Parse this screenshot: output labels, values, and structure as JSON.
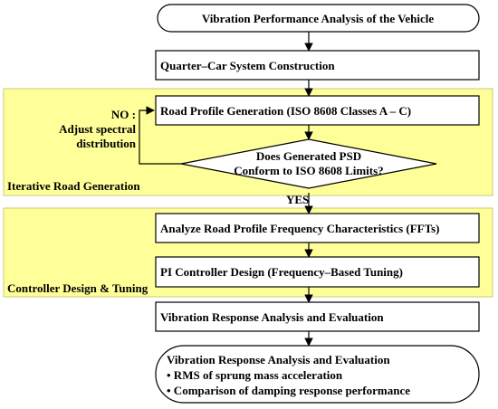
{
  "colors": {
    "band_fill": "#ffff99",
    "band_stroke": "#c9c97a",
    "box_fill": "#ffffff",
    "stroke": "#000000"
  },
  "nodes": {
    "start": "Vibration Performance Analysis of the Vehicle",
    "quarter_car": "Quarter–Car System Construction",
    "road_profile": "Road Profile Generation (ISO 8608 Classes A – C)",
    "decision_line1": "Does Generated PSD",
    "decision_line2": "Conform to ISO 8608 Limits?",
    "fft": "Analyze Road Profile Frequency Characteristics (FFTs)",
    "pi_design": "PI Controller Design (Frequency–Based Tuning)",
    "vib_response": "Vibration Response Analysis and Evaluation",
    "end_title": "Vibration Response Analysis and Evaluation",
    "end_bullet1": "• RMS of sprung mass acceleration",
    "end_bullet2": "• Comparison of damping response performance"
  },
  "groups": {
    "iterative": "Iterative Road Generation",
    "controller": "Controller Design & Tuning"
  },
  "edges": {
    "no_line1": "NO :",
    "no_line2": "Adjust spectral",
    "no_line3": "distribution",
    "yes": "YES"
  }
}
